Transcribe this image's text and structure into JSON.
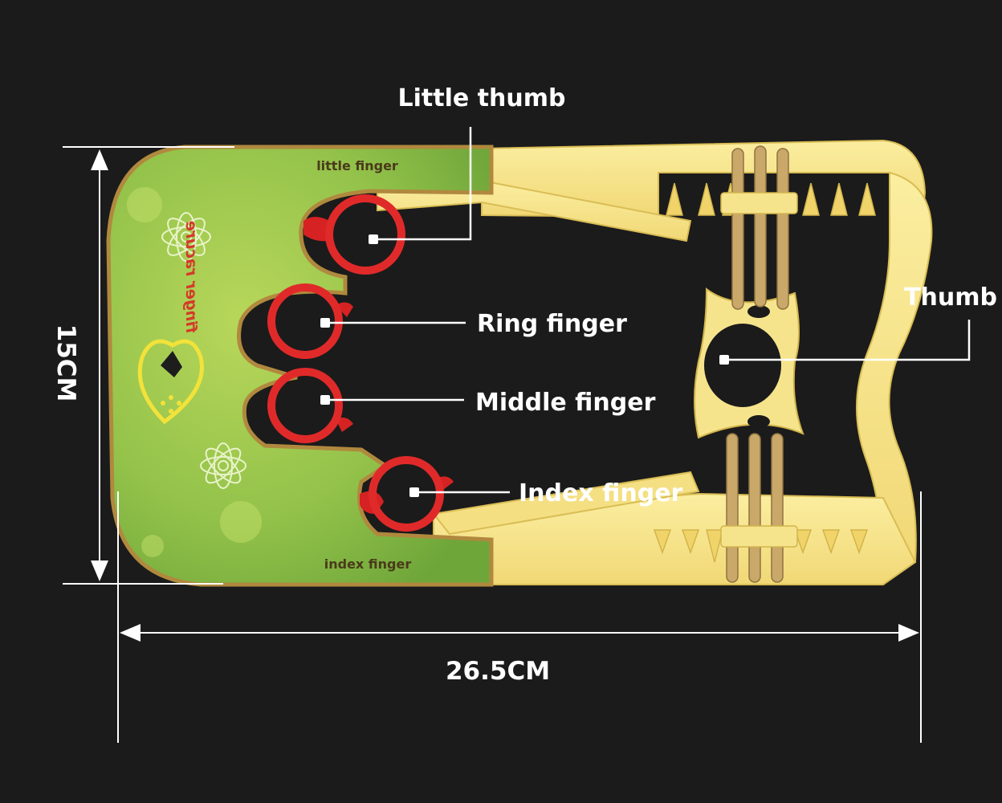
{
  "callouts": {
    "little_thumb": "Little thumb",
    "ring_finger": "Ring finger",
    "middle_finger": "Middle finger",
    "index_finger": "Index finger",
    "thumb": "Thumb"
  },
  "dimensions": {
    "height": "15CM",
    "width": "26.5CM"
  },
  "printed_labels": {
    "top": "little finger",
    "bottom": "index finger",
    "brand": "finger racure"
  },
  "colors": {
    "background": "#1b1b1b",
    "frame_yellow": "#f6e48c",
    "panel_green": "#93c24a",
    "ring_red": "#e02a2a",
    "band_tan": "#c9a86a"
  },
  "icons": [
    "heart-logo-icon",
    "flower-icon",
    "star-icon"
  ]
}
